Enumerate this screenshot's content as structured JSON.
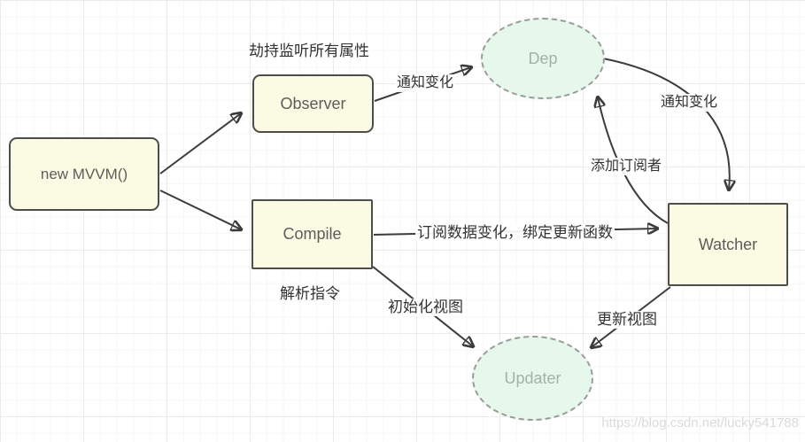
{
  "nodes": {
    "mvvm": {
      "label": "new MVVM()"
    },
    "observer": {
      "label": "Observer"
    },
    "compile": {
      "label": "Compile"
    },
    "watcher": {
      "label": "Watcher"
    },
    "dep": {
      "label": "Dep"
    },
    "updater": {
      "label": "Updater"
    }
  },
  "annotations": {
    "hijack_listen": "劫持监听所有属性",
    "parse_directives": "解析指令"
  },
  "edge_labels": {
    "notify_observer_to_dep": "通知变化",
    "notify_dep_to_watcher": "通知变化",
    "add_subscriber": "添加订阅者",
    "subscribe_and_bind": "订阅数据变化，绑定更新函数",
    "init_view": "初始化视图",
    "update_view": "更新视图"
  },
  "watermark": "https://blog.csdn.net/lucky541788",
  "colors": {
    "node_fill": "#fbfbe3",
    "node_border": "#4d4d4d",
    "node_text": "#5c5c5c",
    "ellipse_fill": "#e6f7ec",
    "ellipse_border": "#9b9b9b",
    "ellipse_text": "#a3b2a9",
    "arrow": "#3c3c3c",
    "label_text": "#333333",
    "watermark_text": "#dadada"
  }
}
